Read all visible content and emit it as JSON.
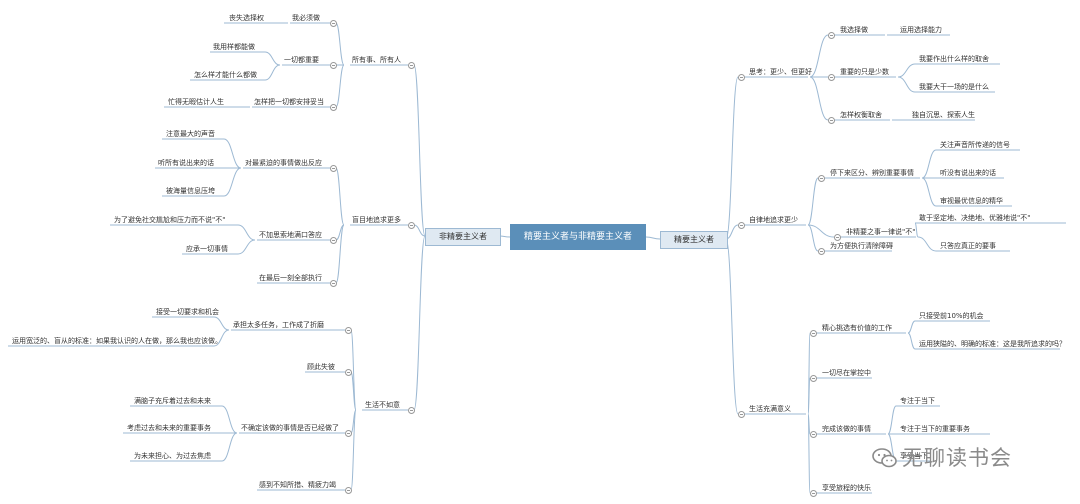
{
  "root": "精要主义者与非精要主义者",
  "left": {
    "label": "非精要主义者",
    "groups": [
      {
        "label": "所有事、所有人",
        "items": [
          {
            "label": "我必须做",
            "children": [
              "丧失选择权"
            ]
          },
          {
            "label": "一切都重要",
            "children": [
              "我用样都能做",
              "怎么样才能什么都做"
            ]
          },
          {
            "label": "怎样把一切都安排妥当",
            "children": [
              "忙得无暇估计人生"
            ]
          }
        ]
      },
      {
        "label": "盲目地追求更多",
        "items": [
          {
            "label": "对最紧迫的事情做出反应",
            "children": [
              "注意最大的声音",
              "听所有说出来的话",
              "被海量信息压垮"
            ]
          },
          {
            "label": "不加思索地满口答应",
            "children": [
              "为了避免社交尴尬和压力而不说\"不\"",
              "应承一切事情"
            ]
          },
          {
            "label": "在最后一刻全部执行",
            "children": []
          }
        ]
      },
      {
        "label": "生活不如意",
        "items": [
          {
            "label": "承担太多任务，工作成了折磨",
            "children": [
              "接受一切要求和机会",
              "运用宽泛的、盲从的标准：如果我认识的人在做，那么我也应该做。"
            ]
          },
          {
            "label": "顾此失彼",
            "children": []
          },
          {
            "label": "不确定该做的事情是否已经做了",
            "children": [
              "满脑子充斥着过去和未来",
              "考虑过去和未来的重要事务",
              "为未来担心、为过去焦虑"
            ]
          },
          {
            "label": "感到不知所措、精疲力竭",
            "children": []
          }
        ]
      }
    ]
  },
  "right": {
    "label": "精要主义者",
    "groups": [
      {
        "label": "思考：更少、但更好",
        "items": [
          {
            "label": "我选择做",
            "children": [
              "运用选择能力"
            ]
          },
          {
            "label": "重要的只是少数",
            "children": [
              "我要作出什么样的取舍",
              "我要大干一场的是什么"
            ]
          },
          {
            "label": "怎样权衡取舍",
            "children": [
              "独自沉思、探索人生"
            ]
          }
        ]
      },
      {
        "label": "自律地追求更少",
        "items": [
          {
            "label": "停下来区分、辨别重要事情",
            "children": [
              "关注声音所传递的信号",
              "听没有说出来的话",
              "审视最优信息的精华"
            ]
          },
          {
            "label": "非精要之事一律说\"不\"",
            "children": [
              "敢于坚定地、决绝地、优雅地说\"不\"",
              "只答应真正的要事"
            ]
          },
          {
            "label": "为方便执行清除障碍",
            "children": []
          }
        ]
      },
      {
        "label": "生活充满意义",
        "items": [
          {
            "label": "精心挑选有价值的工作",
            "children": [
              "只接受前10%的机会",
              "运用狭隘的、明确的标准：这是我所追求的吗？"
            ]
          },
          {
            "label": "一切尽在掌控中",
            "children": []
          },
          {
            "label": "完成该做的事情",
            "children": [
              "专注于当下",
              "专注于当下的重要事务",
              "享受当下"
            ]
          },
          {
            "label": "享受旅程的快乐",
            "children": []
          }
        ]
      }
    ]
  },
  "watermark": "无聊读书会",
  "colors": {
    "root": "#5b8fb9",
    "branch_fill": "#dfe9f2",
    "line": "#9db9d3"
  }
}
